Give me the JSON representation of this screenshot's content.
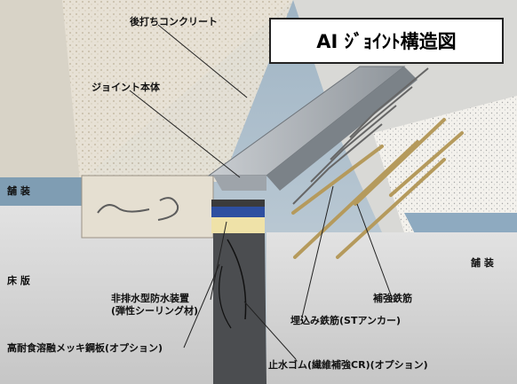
{
  "diagram": {
    "title": "AI ｼﾞｮｲﾝﾄ構造図",
    "labels": {
      "post_cast_concrete": "後打ちコンクリート",
      "joint_body": "ジョイント本体",
      "pavement_left": "舗 装",
      "pavement_right": "舗 装",
      "floor_slab": "床 版",
      "drainage_device_line1": "非排水型防水装置",
      "drainage_device_line2": "(弾性シーリング材)",
      "steel_plate": "高耐食溶融メッキ鋼板(オプション)",
      "anchor_rebar": "埋込み鉄筋(STアンカー)",
      "reinforcing_rebar": "補強鉄筋",
      "waterstop_rubber": "止水ゴム(繊維補強CR)(オプション)"
    }
  }
}
